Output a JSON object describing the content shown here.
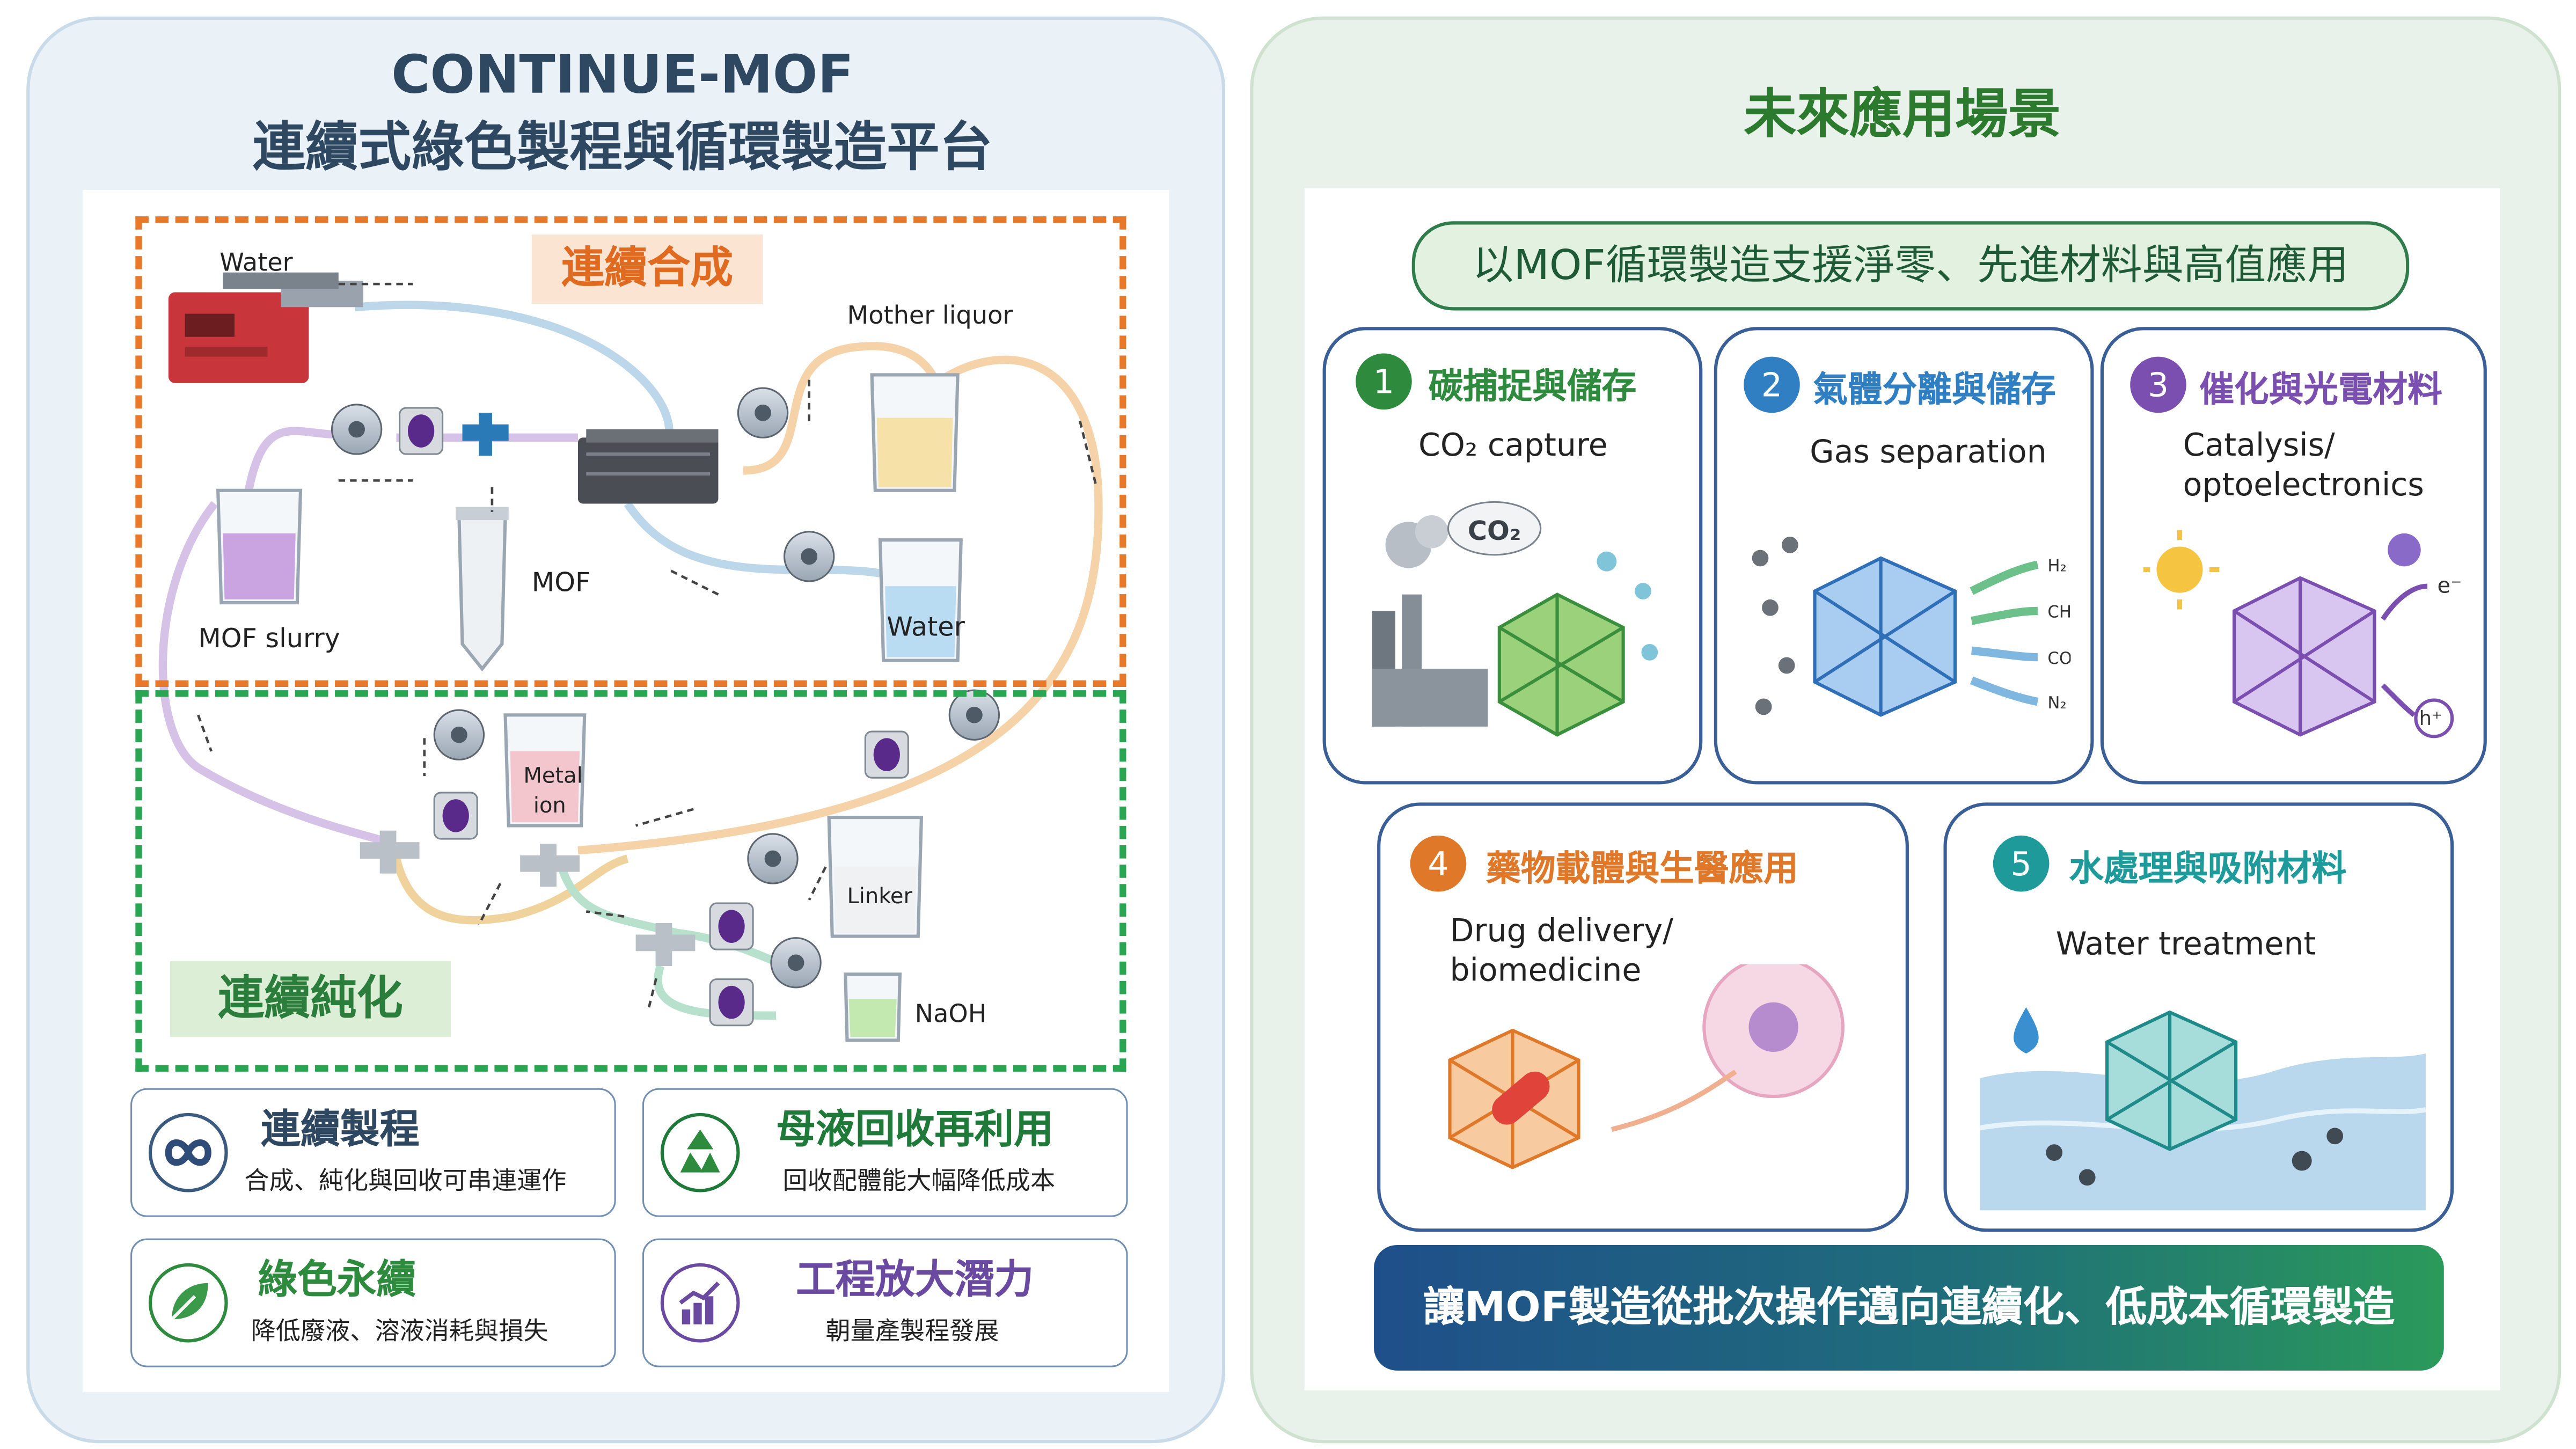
{
  "left": {
    "title_line1": "CONTINUE-MOF",
    "title_line2": "連續式綠色製程與循環製造平台",
    "synthesis_label": "連續合成",
    "purification_label": "連續純化",
    "diagram_labels": {
      "water_top": "Water",
      "mother_liquor": "Mother liquor",
      "mof": "MOF",
      "mof_slurry": "MOF slurry",
      "water_beaker": "Water",
      "metal_ion_1": "Metal",
      "metal_ion_2": "ion",
      "linker": "Linker",
      "naoh": "NaOH"
    },
    "features": [
      {
        "heading": "連續製程",
        "desc": "合成、純化與回收可串連運作",
        "icon": "infinity-icon",
        "color": "#2f4861"
      },
      {
        "heading": "母液回收再利用",
        "desc": "回收配體能大幅降低成本",
        "icon": "recycle-icon",
        "color": "#1f7a3a"
      },
      {
        "heading": "綠色永續",
        "desc": "降低廢液、溶液消耗與損失",
        "icon": "leaf-icon",
        "color": "#2e8b3e"
      },
      {
        "heading": "工程放大潛力",
        "desc": "朝量產製程發展",
        "icon": "growth-chart-icon",
        "color": "#6a4aa0"
      }
    ]
  },
  "right": {
    "title": "未來應用場景",
    "banner": "以MOF循環製造支援淨零、先進材料與高值應用",
    "cards": [
      {
        "num": "1",
        "zh": "碳捕捉與儲存",
        "en": "CO₂ capture",
        "color": "#2e8b3e",
        "icon": "co2-capture-illustration"
      },
      {
        "num": "2",
        "zh": "氣體分離與儲存",
        "en": "Gas separation",
        "color": "#2f7fc2",
        "icon": "gas-separation-illustration"
      },
      {
        "num": "3",
        "zh": "催化與光電材料",
        "en": "Catalysis/",
        "en2": "optoelectronics",
        "color": "#7a4fb0",
        "icon": "catalysis-illustration"
      },
      {
        "num": "4",
        "zh": "藥物載體與生醫應用",
        "en": "Drug delivery/",
        "en2": "biomedicine",
        "color": "#e0782a",
        "icon": "drug-delivery-illustration"
      },
      {
        "num": "5",
        "zh": "水處理與吸附材料",
        "en": "Water treatment",
        "color": "#1f9a9a",
        "icon": "water-treatment-illustration"
      }
    ],
    "gas_labels": [
      "H₂",
      "CH₄",
      "CO₂",
      "N₂"
    ],
    "co2_cloud": "CO₂",
    "electron": "e⁻",
    "hole": "h⁺",
    "bottom_banner": "讓MOF製造從批次操作邁向連續化、低成本循環製造"
  }
}
